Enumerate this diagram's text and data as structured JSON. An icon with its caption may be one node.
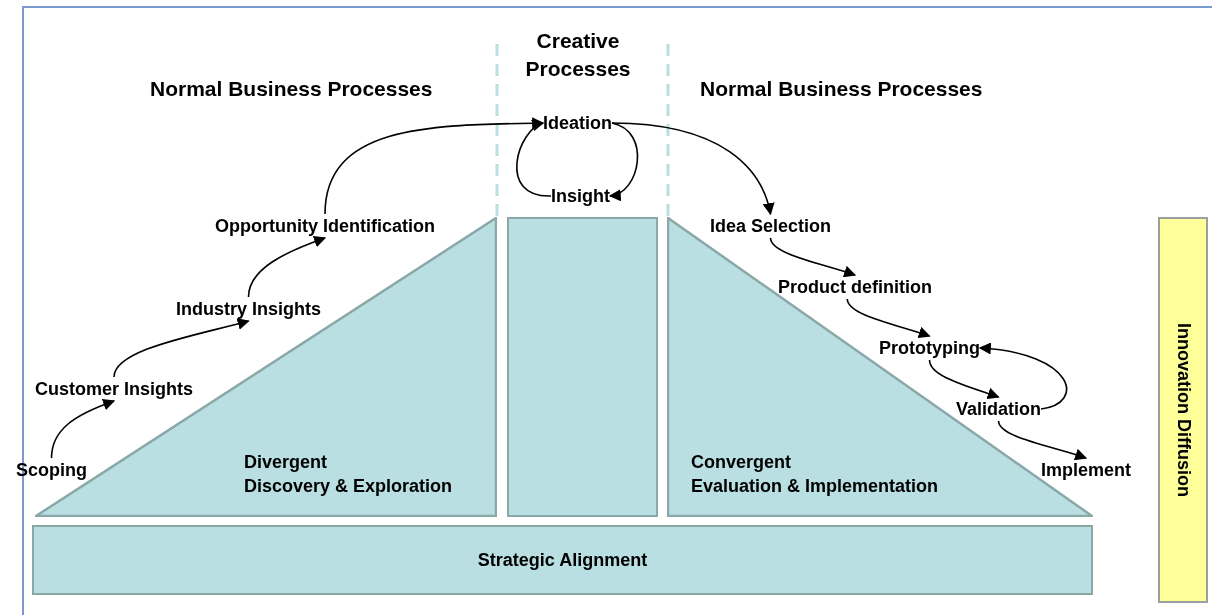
{
  "diagram": {
    "nodes": [
      {
        "text": [
          "Scoping"
        ]
      },
      {
        "text": [
          "Customer Insights"
        ]
      },
      {
        "text": [
          "Industry Insights"
        ]
      },
      {
        "text": [
          "Opportunity Identification"
        ]
      },
      {
        "text": [
          "Ideation"
        ]
      },
      {
        "text": [
          "Insight"
        ]
      },
      {
        "text": [
          "Idea Selection"
        ]
      },
      {
        "text": [
          "Product definition"
        ]
      },
      {
        "text": [
          "Prototyping"
        ]
      },
      {
        "text": [
          "Validation"
        ]
      },
      {
        "text": [
          "Implement"
        ]
      },
      {
        "text": [
          "Divergent",
          "Discovery & Exploration"
        ]
      },
      {
        "text": [],
        "shape": "box"
      },
      {
        "text": [
          "Convergent",
          "Evaluation & Implementation"
        ]
      },
      {
        "text": [
          "Strategic Alignment"
        ]
      },
      {
        "text": [
          "Innovation Diffusion"
        ]
      }
    ],
    "edges": [
      {
        "from": 0,
        "to": 1,
        "arrow": "to"
      },
      {
        "from": 1,
        "to": 2,
        "arrow": "to"
      },
      {
        "from": 2,
        "to": 3,
        "arrow": "to"
      },
      {
        "from": 3,
        "to": 4,
        "arrow": "to"
      },
      {
        "from": 4,
        "to": 5,
        "arrow": "to"
      },
      {
        "from": 5,
        "to": 4,
        "arrow": "to"
      },
      {
        "from": 4,
        "to": 6,
        "arrow": "to"
      },
      {
        "from": 6,
        "to": 7,
        "arrow": "to"
      },
      {
        "from": 7,
        "to": 8,
        "arrow": "to"
      },
      {
        "from": 8,
        "to": 9,
        "arrow": "to"
      },
      {
        "from": 9,
        "to": 8,
        "arrow": "to"
      },
      {
        "from": 9,
        "to": 10,
        "arrow": "to"
      }
    ],
    "labels": [
      "Normal Business Processes",
      "Creative Processes",
      "Normal Business Processes"
    ]
  }
}
